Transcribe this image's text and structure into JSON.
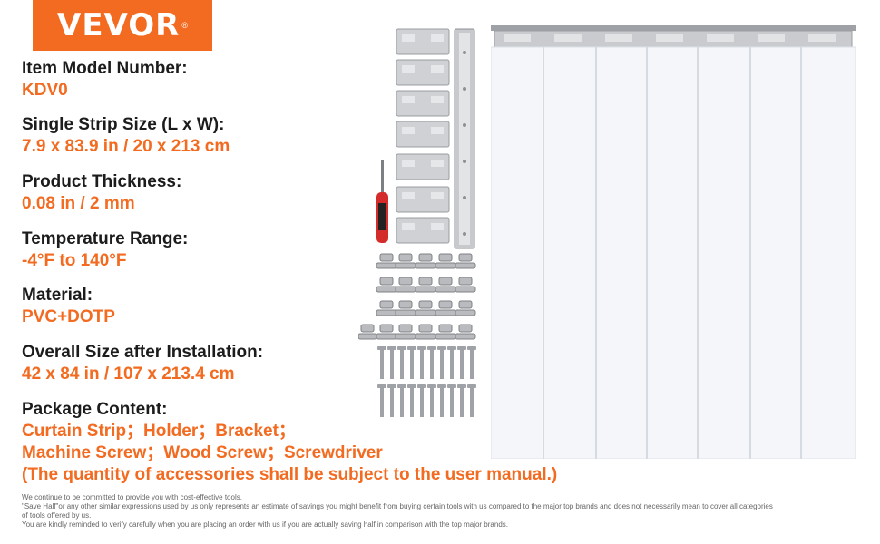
{
  "brand": {
    "logo_text": "VEVOR",
    "logo_mark": "®",
    "color": "#f26b21"
  },
  "specs": [
    {
      "label": "Item Model Number:",
      "value": "KDV0"
    },
    {
      "label": "Single Strip Size (L x W):",
      "value": "7.9 x 83.9 in / 20 x 213 cm"
    },
    {
      "label": "Product Thickness:",
      "value": "0.08 in / 2 mm"
    },
    {
      "label": "Temperature Range:",
      "value": "-4°F to 140°F"
    },
    {
      "label": "Material:",
      "value": "PVC+DOTP"
    },
    {
      "label": "Overall Size after Installation:",
      "value": "42 x 84 in / 107 x 213.4 cm"
    }
  ],
  "package": {
    "label": "Package Content:",
    "lines": [
      "Curtain Strip；Holder；Bracket；",
      "Machine Screw；Wood Screw；Screwdriver",
      "(The quantity of accessories shall be subject to the user manual.)"
    ]
  },
  "disclaimer": [
    "We continue to be committed to provide you with cost-effective tools.",
    "\"Save Half\"or any other similar expressions used by us only represents an estimate of savings you might benefit from buying certain tools with us compared to the major top brands and does not necessarily mean to cover all categories",
    "of tools offered by us.",
    "You are kindly reminded to verify carefully when you are placing an order with us if you are actually saving half in comparison with the top major brands."
  ],
  "images": {
    "accessories_icon": "hardware-kit",
    "screwdriver_icon": "screwdriver",
    "curtain_icon": "strip-curtain",
    "screwdriver_handle_color": "#d42b2b",
    "metal_color": "#c7c9cc",
    "strip_color": "#f4f6f9"
  }
}
